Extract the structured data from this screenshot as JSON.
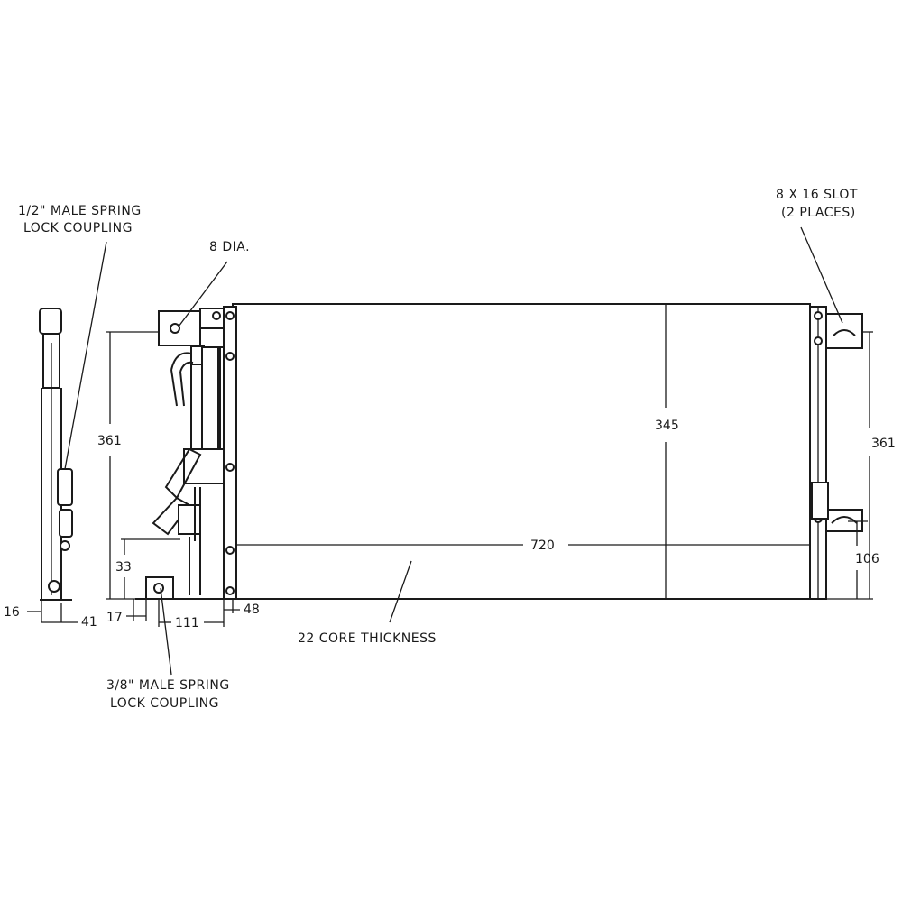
{
  "callouts": {
    "male_half_line1": "1/2\" MALE SPRING",
    "male_half_line2": "LOCK COUPLING",
    "dia": "8 DIA.",
    "slot_line1": "8 X 16 SLOT",
    "slot_line2": "(2 PLACES)",
    "core": "22 CORE THICKNESS",
    "male_3_8_line1": "3/8\" MALE SPRING",
    "male_3_8_line2": "LOCK COUPLING"
  },
  "dimensions": {
    "height_left": "361",
    "height_core": "345",
    "width_core": "720",
    "height_right": "361",
    "right_bracket": "106",
    "offset_33": "33",
    "d16": "16",
    "d41": "41",
    "d17": "17",
    "d111": "111",
    "d48": "48"
  }
}
